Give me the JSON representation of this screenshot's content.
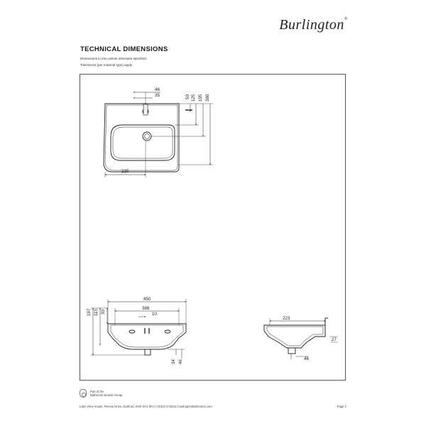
{
  "header": {
    "brand": "Burlington",
    "trademark": "®",
    "title": "TECHNICAL DIMENSIONS",
    "note_units": "Dimensions in mm unless otherwise specified.",
    "note_tolerance": "Tolerances (per material type) apply."
  },
  "plan_view": {
    "dims": {
      "top_46": "46",
      "top_35": "35",
      "right_50": "50",
      "right_125": "125",
      "right_195": "195",
      "right_380": "380",
      "bottom_225": "225"
    }
  },
  "front_view": {
    "dims": {
      "width_450": "450",
      "width_386": "386",
      "width_10": "10",
      "left_197": "197",
      "left_115": "115",
      "left_30": "30",
      "bottom_34": "34",
      "bottom_46": "46"
    }
  },
  "side_view": {
    "dims": {
      "depth_223": "223",
      "right_27": "27",
      "bottom_46": "46"
    }
  },
  "footer": {
    "group_line1": "Part of the",
    "group_line2": "Bathroom Brands Group",
    "address": "Lake View House, Rennie Drive, Dartford, Kent DA1 5FU  |  01322 473222  |  burlingtonbathrooms.com",
    "page": "Page 2"
  }
}
